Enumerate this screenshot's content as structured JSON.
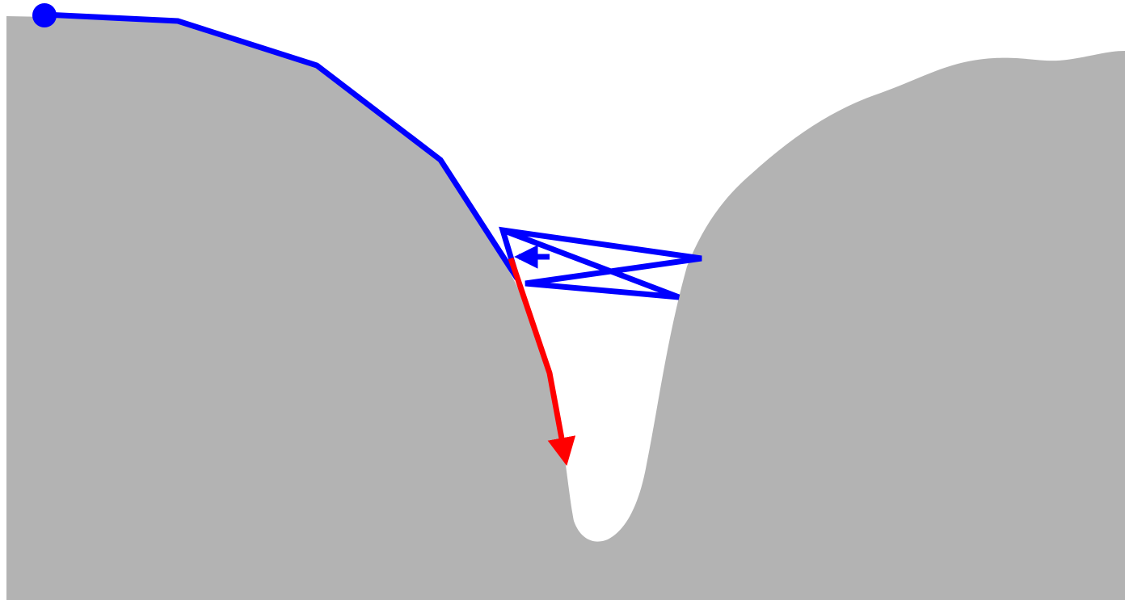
{
  "colors": {
    "background": "#ffffff",
    "terrain": "#b3b3b3",
    "path": "#0000ff",
    "step": "#ff0000"
  },
  "elements": {
    "terrain": "valley-terrain",
    "path": "blue-descent-path",
    "start": "start-point",
    "step": "red-step-arrow"
  }
}
